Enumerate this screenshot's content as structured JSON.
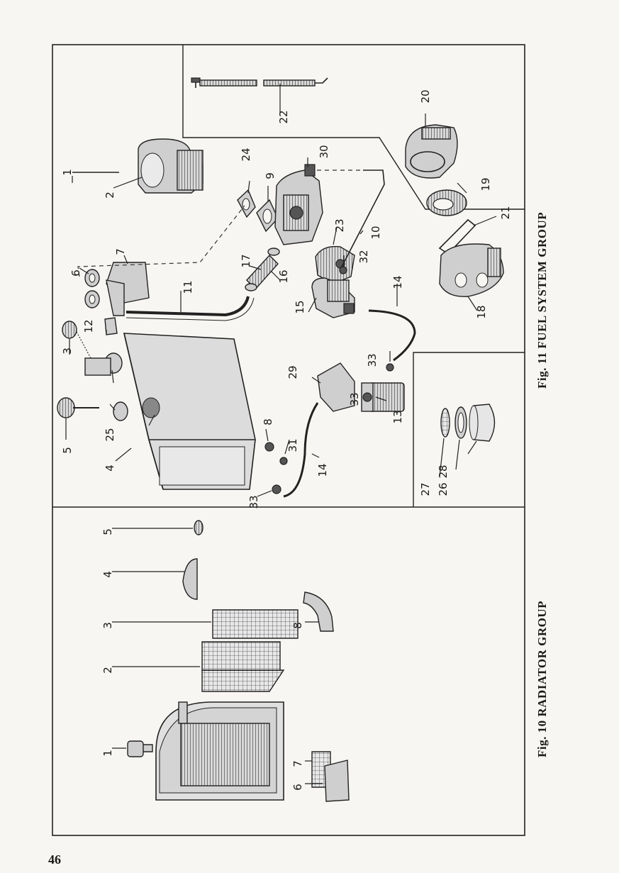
{
  "page_number": "46",
  "figures": [
    {
      "id": "fig10",
      "caption": "Fig. 10    RADIATOR GROUP"
    },
    {
      "id": "fig11",
      "caption": "Fig. 11    FUEL SYSTEM GROUP"
    }
  ],
  "fig10_callouts": [
    "1",
    "2",
    "3",
    "4",
    "5",
    "6",
    "7",
    "8"
  ],
  "fig11_callouts": [
    "1",
    "2",
    "3",
    "4",
    "5",
    "6",
    "7",
    "8",
    "9",
    "10",
    "11",
    "12",
    "13",
    "14",
    "14",
    "15",
    "16",
    "17",
    "18",
    "19",
    "20",
    "21",
    "22",
    "23",
    "24",
    "25",
    "26",
    "27",
    "28",
    "29",
    "30",
    "31",
    "32",
    "33",
    "33",
    "33"
  ]
}
